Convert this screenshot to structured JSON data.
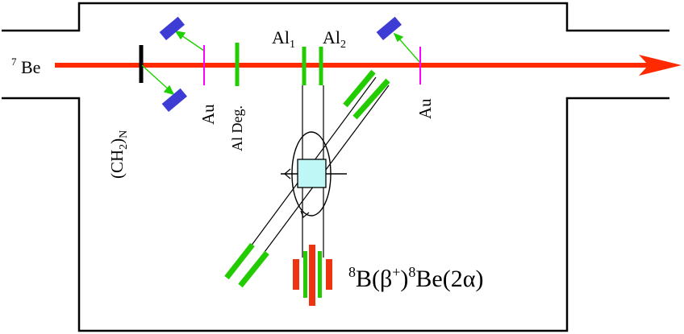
{
  "beam": {
    "label": "Be",
    "label_superscript": "7",
    "color": "#ff2a00"
  },
  "targets": {
    "ch2_prefix": "(CH",
    "ch2_sub_2": "2",
    "ch2_close": ")",
    "ch2_sub_n": "N",
    "au_left": "Au",
    "al_degrader": "Al Deg.",
    "al1_main": "Al",
    "al1_sub": "1",
    "al2_main": "Al",
    "al2_sub": "2",
    "au_right": "Au"
  },
  "reaction": {
    "sup_8a": "8",
    "part_b": "B(β",
    "sup_plus": "+",
    "part_close": ")",
    "sup_8b": "8",
    "part_be": "Be(2α)"
  },
  "colors": {
    "beam": "#ff2a00",
    "detector_green": "#22cc00",
    "monitor_blue": "#3d3dd6",
    "au_foil": "#ff00ff",
    "source_cube": "#bff6f6",
    "stack_red": "#ee3311",
    "chamber": "#000000"
  },
  "icons": {
    "beam_arrow": "arrow-right-icon",
    "rotation": "rotation-arrow-icon"
  }
}
